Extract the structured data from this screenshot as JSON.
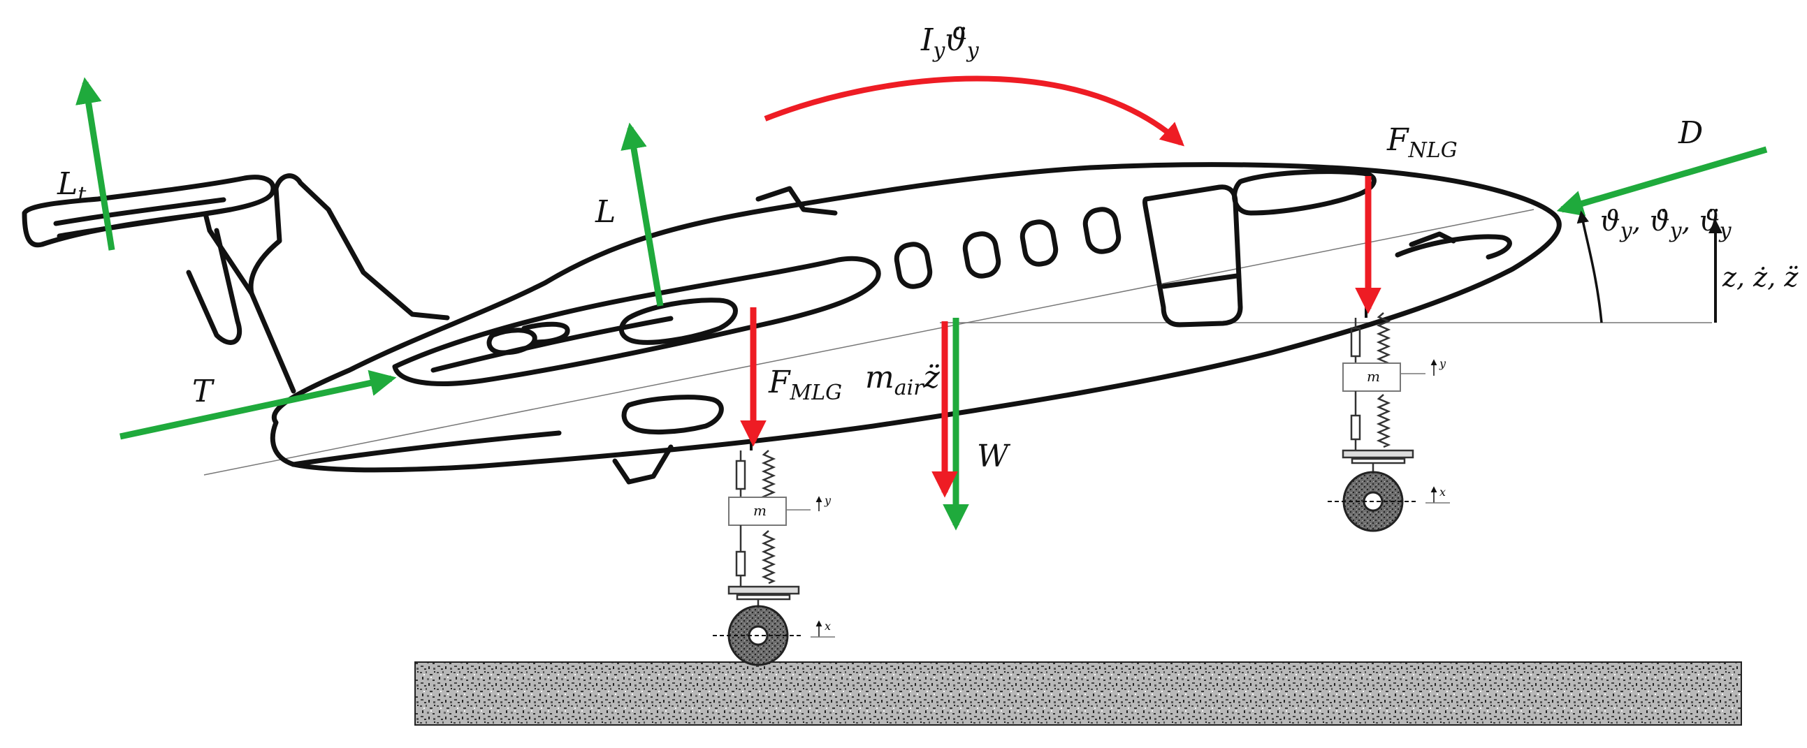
{
  "labels": {
    "lift_tail": "L",
    "lift_tail_sub": "t",
    "lift": "L",
    "thrust": "T",
    "pitch_moment_I": "I",
    "pitch_moment_I_sub": "y",
    "pitch_moment_theta": "ϑ̈",
    "pitch_moment_theta_sub": "y",
    "f_nlg": "F",
    "f_nlg_sub": "NLG",
    "f_mlg": "F",
    "f_mlg_sub": "MLG",
    "m_air": "m",
    "m_air_sub": "air",
    "m_air_z": "z̈",
    "weight": "W",
    "drag": "D",
    "pitch_states": "ϑ",
    "pitch_states_full_1": "y",
    "pitch_states_comma1": ", ",
    "pitch_states_dot": "ϑ̇",
    "pitch_states_dot_sub": "y",
    "pitch_states_comma2": ", ",
    "pitch_states_ddot": "ϑ̈",
    "pitch_states_ddot_sub": "y",
    "heave_states": "z, ż, z̈",
    "gear_mass_main": "m",
    "gear_mass_nose": "m",
    "gear_y_main": "y",
    "gear_x_main": "x",
    "gear_y_nose": "y",
    "gear_x_nose": "x"
  },
  "colors": {
    "force_green": "#1faa3c",
    "force_red": "#ee1c24",
    "outline": "#111111",
    "ground": "#9a9a9a"
  }
}
